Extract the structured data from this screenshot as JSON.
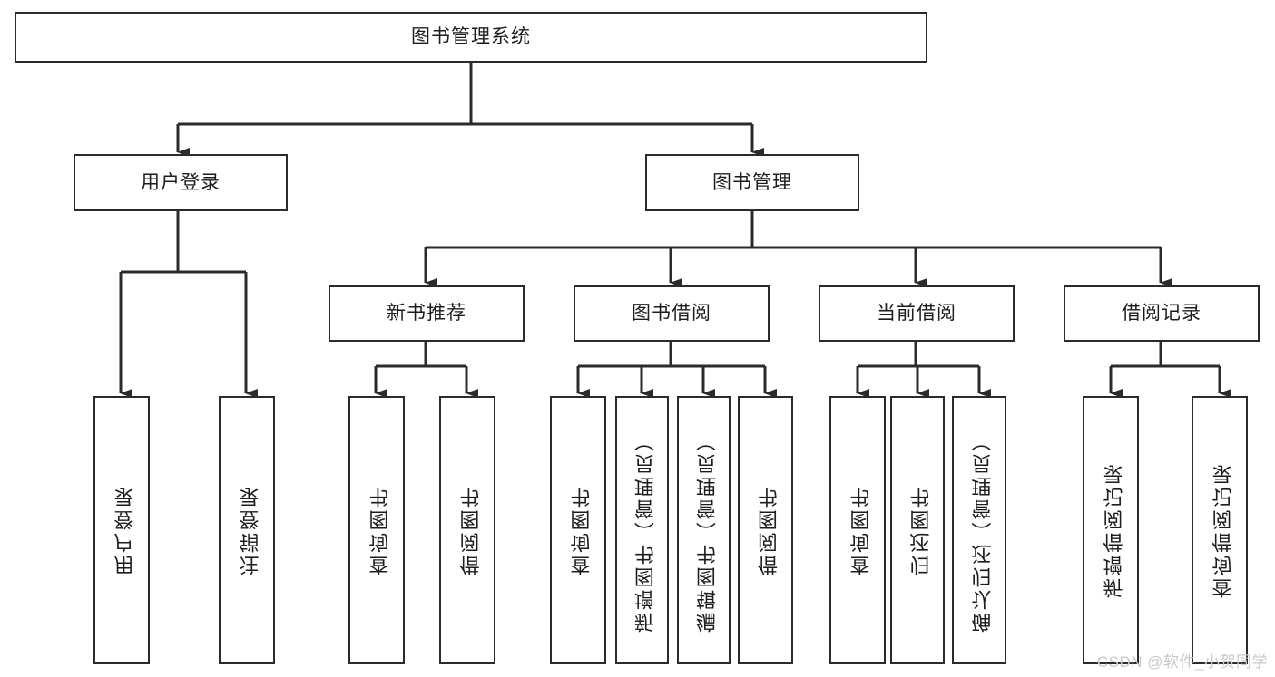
{
  "diagram": {
    "title": "图书管理系统",
    "type": "hierarchy-tree",
    "watermark": "CSDN @软件_小贺同学",
    "colors": {
      "stroke": "#2b2b2b",
      "fill": "#ffffff",
      "text": "#1d1d1d",
      "watermark": "#c9c9c9"
    },
    "levels": {
      "root": {
        "label": "图书管理系统"
      },
      "level2": [
        {
          "id": "user-login",
          "label": "用户登录"
        },
        {
          "id": "book-management",
          "label": "图书管理"
        }
      ],
      "level3": [
        {
          "id": "new-book-recommend",
          "label": "新书推荐"
        },
        {
          "id": "book-borrow",
          "label": "图书借阅"
        },
        {
          "id": "current-borrow",
          "label": "当前借阅"
        },
        {
          "id": "borrow-record",
          "label": "借阅记录"
        }
      ],
      "leaves": {
        "user_login": [
          {
            "id": "leaf-user-login",
            "label": "用户登录"
          },
          {
            "id": "leaf-logout-login",
            "label": "注销登录"
          }
        ],
        "new_book_recommend": [
          {
            "id": "leaf-query-book-1",
            "label": "查询图书"
          },
          {
            "id": "leaf-borrow-book-1",
            "label": "借阅图书"
          }
        ],
        "book_borrow": [
          {
            "id": "leaf-query-book-2",
            "label": "查询图书"
          },
          {
            "id": "leaf-add-book",
            "label": "新增图书（管理员）"
          },
          {
            "id": "leaf-edit-book",
            "label": "编辑图书（管理员）"
          },
          {
            "id": "leaf-borrow-book-2",
            "label": "借阅图书"
          }
        ],
        "current_borrow": [
          {
            "id": "leaf-query-book-3",
            "label": "查询图书"
          },
          {
            "id": "leaf-return-book",
            "label": "归还图书"
          },
          {
            "id": "leaf-confirm-return",
            "label": "确认归还（管理员）"
          }
        ],
        "borrow_record": [
          {
            "id": "leaf-add-record",
            "label": "新增借阅记录"
          },
          {
            "id": "leaf-query-record",
            "label": "查询借阅记录"
          }
        ]
      }
    }
  }
}
